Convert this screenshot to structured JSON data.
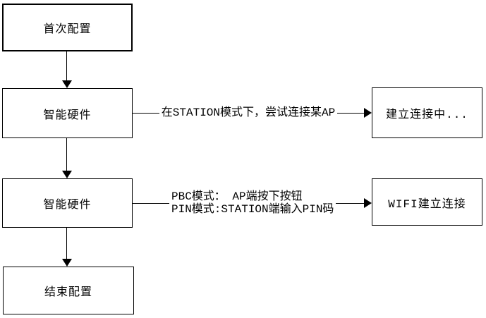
{
  "diagram": {
    "type": "flowchart",
    "colors": {
      "background": "#ffffff",
      "line": "#000000",
      "text": "#000000",
      "node_fill": "#ffffff"
    },
    "nodes": [
      {
        "id": "first-config",
        "label": "首次配置"
      },
      {
        "id": "smart-hardware-1",
        "label": "智能硬件"
      },
      {
        "id": "smart-hardware-2",
        "label": "智能硬件"
      },
      {
        "id": "end-config",
        "label": "结束配置"
      },
      {
        "id": "connecting",
        "label": "建立连接中..."
      },
      {
        "id": "wifi-connected",
        "label": "WIFI建立连接"
      }
    ],
    "edges": [
      {
        "from": "first-config",
        "to": "smart-hardware-1",
        "label": ""
      },
      {
        "from": "smart-hardware-1",
        "to": "smart-hardware-2",
        "label": ""
      },
      {
        "from": "smart-hardware-2",
        "to": "end-config",
        "label": ""
      },
      {
        "from": "smart-hardware-1",
        "to": "connecting",
        "label": "在STATION模式下，尝试连接某AP"
      },
      {
        "from": "smart-hardware-2",
        "to": "wifi-connected",
        "label_lines": [
          "PBC模式： AP端按下按钮",
          "PIN模式:STATION端输入PIN码"
        ]
      }
    ]
  }
}
